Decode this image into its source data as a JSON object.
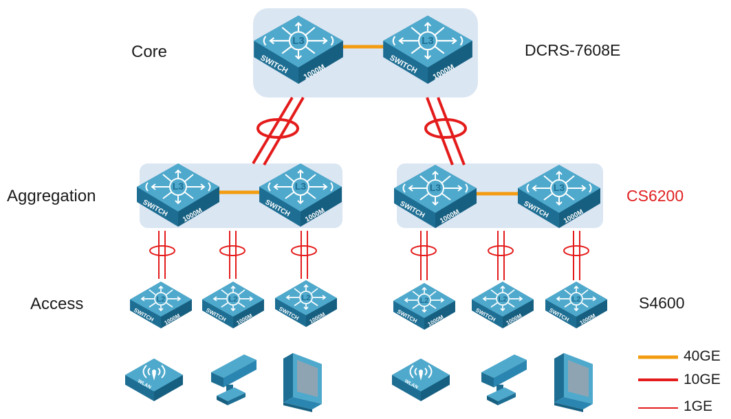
{
  "diagram": {
    "tiers": {
      "core": "Core",
      "aggregation": "Aggregation",
      "access": "Access"
    },
    "models": {
      "core": "DCRS-7608E",
      "aggregation": "CS6200",
      "access": "S4600"
    },
    "device_text": {
      "l3": "L3",
      "l2": "L2",
      "switch": "SWITCH",
      "speed": "1000M",
      "wlan": "WLAN"
    },
    "legend": [
      {
        "label": "40GE",
        "color": "#f39c12"
      },
      {
        "label": "10GE",
        "color": "#e41b1b"
      },
      {
        "label": "1GE",
        "color": "#e41b1b"
      }
    ],
    "colors": {
      "group_bg": "#dbe6f3",
      "switch_top": "#4ea9cc",
      "switch_side": "#1e6e93",
      "link_40ge": "#f39c12",
      "link_10ge": "#e41b1b",
      "model_aggregation": "#e02020"
    },
    "icons": [
      "switch-l3-icon",
      "switch-l2-icon",
      "wlan-ap-icon",
      "camera-icon",
      "computer-icon"
    ]
  }
}
